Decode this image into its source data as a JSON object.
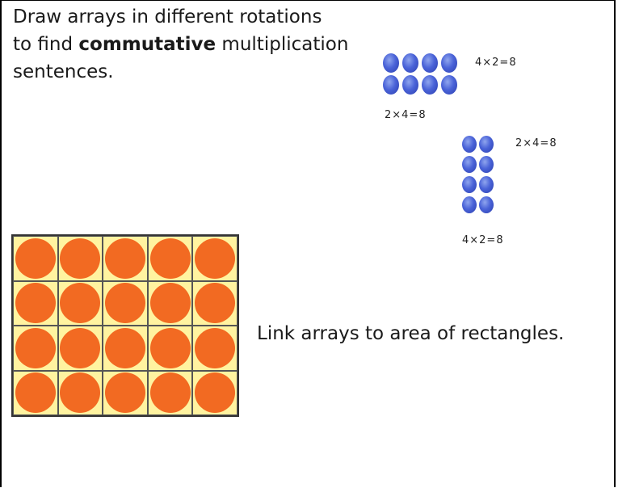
{
  "heading": {
    "line1": "Draw arrays in different rotations",
    "line2_pre": "to find ",
    "line2_bold": "commutative",
    "line2_post": " multiplication",
    "line3": "sentences."
  },
  "array1": {
    "rows": 2,
    "cols": 4,
    "equation_right": "4×2=8",
    "equation_below": "2×4=8",
    "dot_color": "#4a63d8"
  },
  "array2": {
    "rows": 4,
    "cols": 2,
    "equation_right": "2×4=8",
    "equation_below": "4×2=8",
    "dot_color": "#4a63d8"
  },
  "area_grid": {
    "rows": 4,
    "cols": 5,
    "cell_color": "#fff3a0",
    "dot_color": "#f26a22"
  },
  "caption": "Link arrays to area of rectangles."
}
